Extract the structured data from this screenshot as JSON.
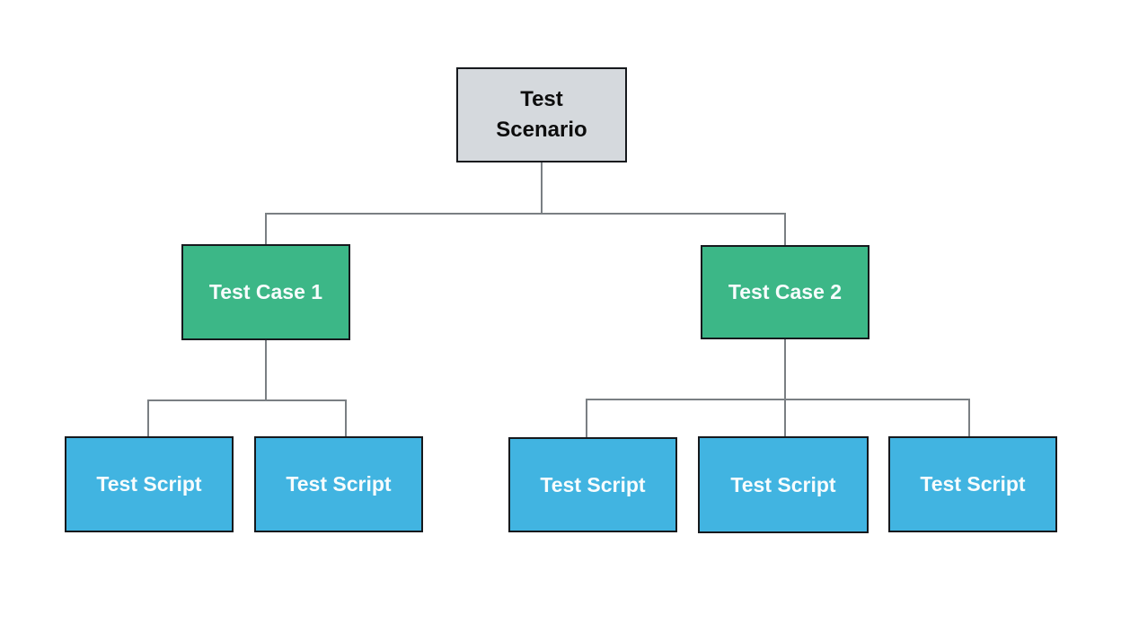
{
  "colors": {
    "background": "#ffffff",
    "scenario_fill": "#d5d9dd",
    "case_fill": "#3cb787",
    "script_fill": "#41b4e1",
    "border": "#16191d",
    "connector": "#7a7f83",
    "scenario_text": "#0d0d0d",
    "child_text": "#f7fcfd"
  },
  "nodes": {
    "scenario": {
      "label": "Test Scenario"
    },
    "case1": {
      "label": "Test Case 1"
    },
    "case2": {
      "label": "Test Case 2"
    },
    "script1": {
      "label": "Test Script"
    },
    "script2": {
      "label": "Test Script"
    },
    "script3": {
      "label": "Test Script"
    },
    "script4": {
      "label": "Test Script"
    },
    "script5": {
      "label": "Test Script"
    }
  }
}
